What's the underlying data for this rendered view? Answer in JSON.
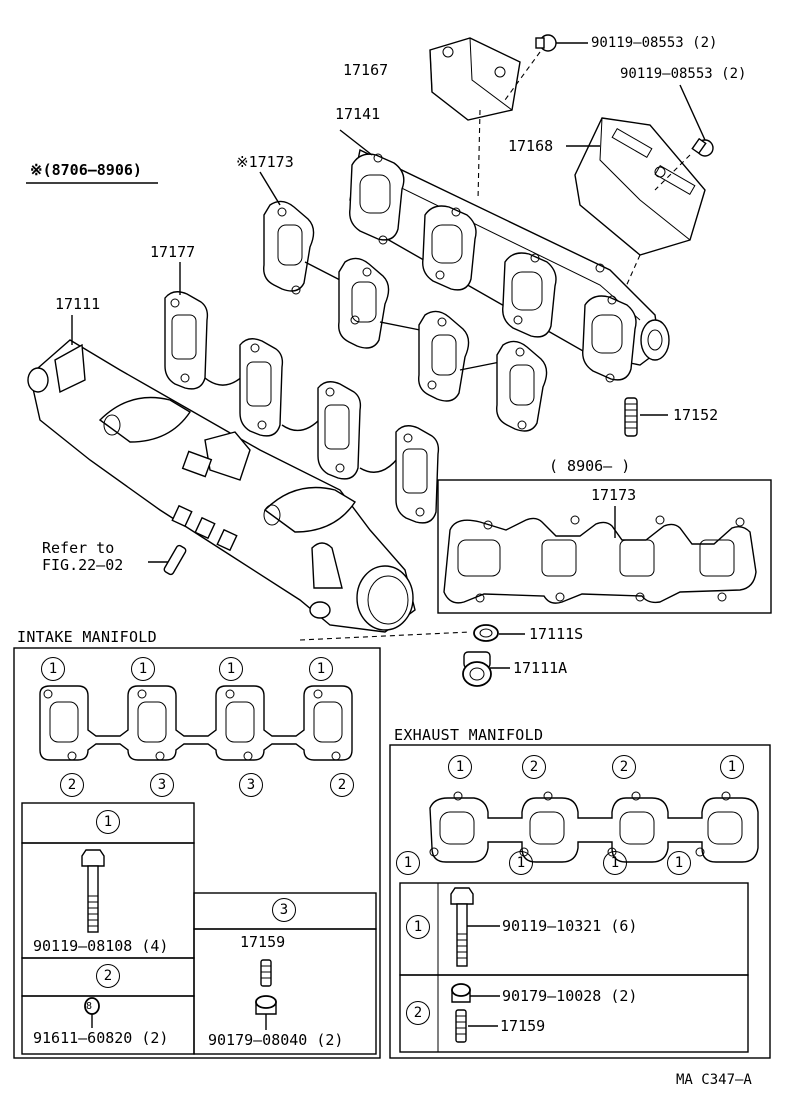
{
  "period_note": "※(8706–8906)",
  "late_period": "( 8906–      )",
  "labels": {
    "p17167": "17167",
    "p17141": "17141",
    "p17168": "17168",
    "p17173_star": "※17173",
    "p17177": "17177",
    "p17111": "17111",
    "p17152": "17152",
    "p17173_new": "17173",
    "p17111S": "17111S",
    "p17111A": "17111A",
    "bolt_top1": "90119–08553 (2)",
    "bolt_top2": "90119–08553 (2)",
    "refer1": "Refer to",
    "refer2": "FIG.22–02"
  },
  "intake": {
    "title": "INTAKE MANIFOLD",
    "top_marks": [
      "1",
      "1",
      "1",
      "1"
    ],
    "bottom_marks": [
      "2",
      "3",
      "3",
      "2"
    ],
    "legend": {
      "n1": "1",
      "n1_part": "90119–08108 (4)",
      "n2": "2",
      "n2_part": "91611–60820 (2)",
      "n3": "3",
      "n3_stud": "17159",
      "n3_nut": "90179–08040 (2)",
      "washer_mark": "8"
    }
  },
  "exhaust": {
    "title": "EXHAUST MANIFOLD",
    "top_marks": [
      "1",
      "2",
      "2",
      "1"
    ],
    "bottom_marks": [
      "1",
      "1",
      "1",
      "1"
    ],
    "legend": {
      "n1": "1",
      "n1_part": "90119–10321 (6)",
      "n2": "2",
      "n2_nut": "90179–10028 (2)",
      "n2_stud": "17159"
    }
  },
  "footer_code": "MA  C347–A"
}
